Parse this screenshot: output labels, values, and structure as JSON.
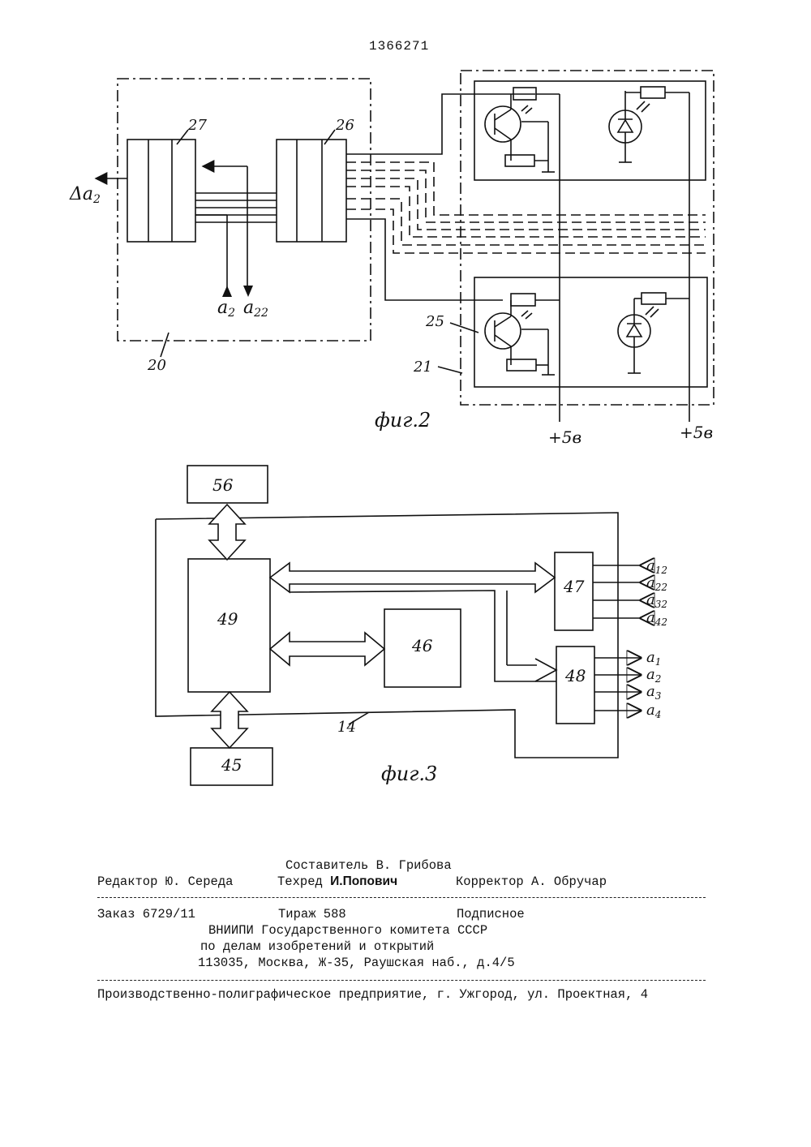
{
  "page_number": "1366271",
  "fig2": {
    "caption": "фиг.2",
    "labels": {
      "block27": "27",
      "block26": "26",
      "block20": "20",
      "block25": "25",
      "block21": "21",
      "out_delta": "Δa",
      "out_delta_sub": "2",
      "in_a": "a",
      "in_a_sub": "2",
      "in_a22": "a",
      "in_a22_sub": "22",
      "plus5v_1": "+5в",
      "plus5v_2": "+5в"
    }
  },
  "fig3": {
    "caption": "фиг.3",
    "blocks": {
      "b56": "56",
      "b49": "49",
      "b46": "46",
      "b45": "45",
      "b47": "47",
      "b48": "48",
      "bus14": "14"
    },
    "inputs": [
      {
        "name": "a",
        "sub": "12"
      },
      {
        "name": "a",
        "sub": "22"
      },
      {
        "name": "a",
        "sub": "32"
      },
      {
        "name": "a",
        "sub": "42"
      }
    ],
    "outputs": [
      {
        "name": "a",
        "sub": "1"
      },
      {
        "name": "a",
        "sub": "2"
      },
      {
        "name": "a",
        "sub": "3"
      },
      {
        "name": "a",
        "sub": "4"
      }
    ]
  },
  "imprint": {
    "compiler": "Составитель В. Грибова",
    "editor": "Редактор Ю. Середа",
    "techred_label": "Техред ",
    "techred_name": "И.Попович",
    "corrector": "Корректор А. Обручар",
    "order": "Заказ 6729/11",
    "circulation": "Тираж 588",
    "subscription": "Подписное",
    "org_line1": "ВНИИПИ Государственного комитета СССР",
    "org_line2": "по делам изобретений и открытий",
    "org_line3": "113035, Москва, Ж-35, Раушская наб., д.4/5",
    "printer": "Производственно-полиграфическое предприятие, г. Ужгород, ул. Проектная, 4"
  }
}
